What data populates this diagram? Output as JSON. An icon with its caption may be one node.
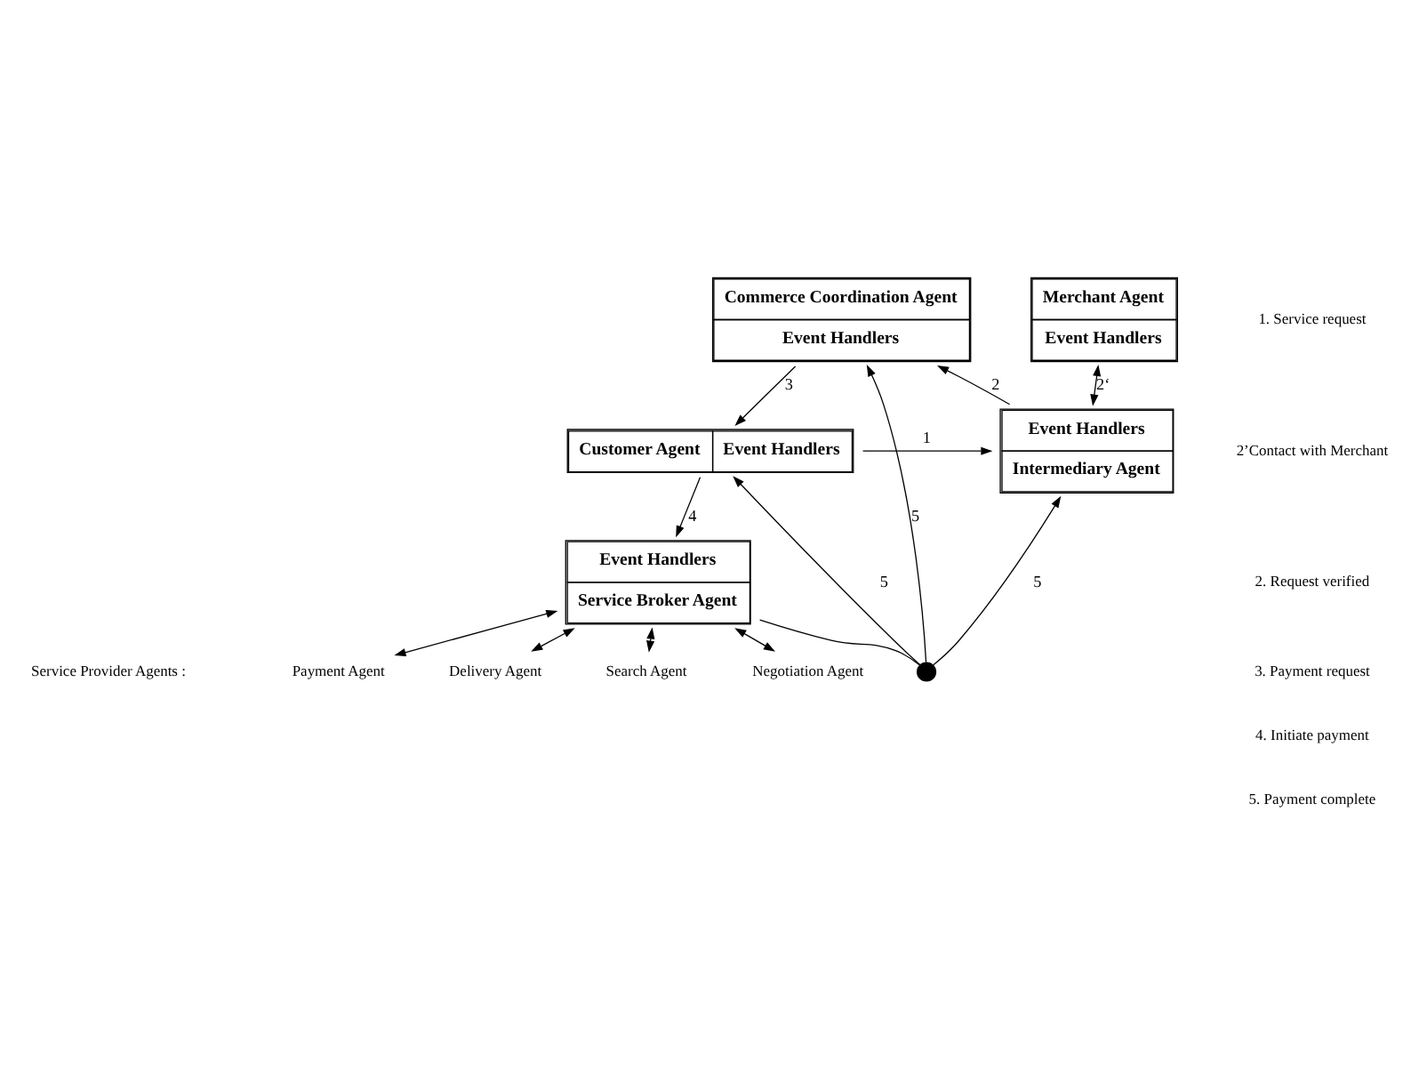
{
  "diagram": {
    "nodes": [
      {
        "text": [
          "Commerce Coordination Agent",
          "Event Handlers"
        ]
      },
      {
        "text": [
          "Customer Agent",
          "Event Handlers"
        ]
      },
      {
        "text": [
          "Merchant Agent",
          "Event Handlers"
        ]
      },
      {
        "text": [
          "Event Handlers",
          "Intermediary Agent"
        ]
      },
      {
        "text": [
          "Event Handlers",
          "Service Broker Agent"
        ]
      },
      {
        "text": [],
        "shape": "circle"
      },
      {
        "text": [
          "Payment Agent"
        ]
      },
      {
        "text": [
          "Delivery Agent"
        ]
      },
      {
        "text": [
          "Search Agent"
        ]
      },
      {
        "text": [
          "Negotiation Agent"
        ]
      }
    ],
    "edges": [
      {
        "from": 0,
        "to": 1,
        "arrow": "to",
        "label": "3"
      },
      {
        "from": 1,
        "to": 3,
        "arrow": "to",
        "label": "1"
      },
      {
        "from": 3,
        "to": 0,
        "arrow": "to",
        "label": "2"
      },
      {
        "from": 2,
        "to": 3,
        "arrow": "both",
        "label": "2‘"
      },
      {
        "from": 1,
        "to": 4,
        "arrow": "to",
        "label": "4"
      },
      {
        "from": 4,
        "to": 5,
        "arrow": "none"
      },
      {
        "from": 5,
        "to": 0,
        "arrow": "to",
        "label": "5"
      },
      {
        "from": 5,
        "to": 1,
        "arrow": "to",
        "label": "5"
      },
      {
        "from": 5,
        "to": 3,
        "arrow": "to",
        "label": "5"
      },
      {
        "from": 4,
        "to": 6,
        "arrow": "both"
      },
      {
        "from": 4,
        "to": 7,
        "arrow": "both"
      },
      {
        "from": 4,
        "to": 8,
        "arrow": "both"
      },
      {
        "from": 4,
        "to": 9,
        "arrow": "both"
      }
    ],
    "labels": [
      "1. Service request",
      "2’Contact with Merchant",
      "2. Request verified",
      "3. Payment request",
      "4. Initiate payment",
      "5. Payment complete",
      "Service Provider Agents :"
    ]
  }
}
